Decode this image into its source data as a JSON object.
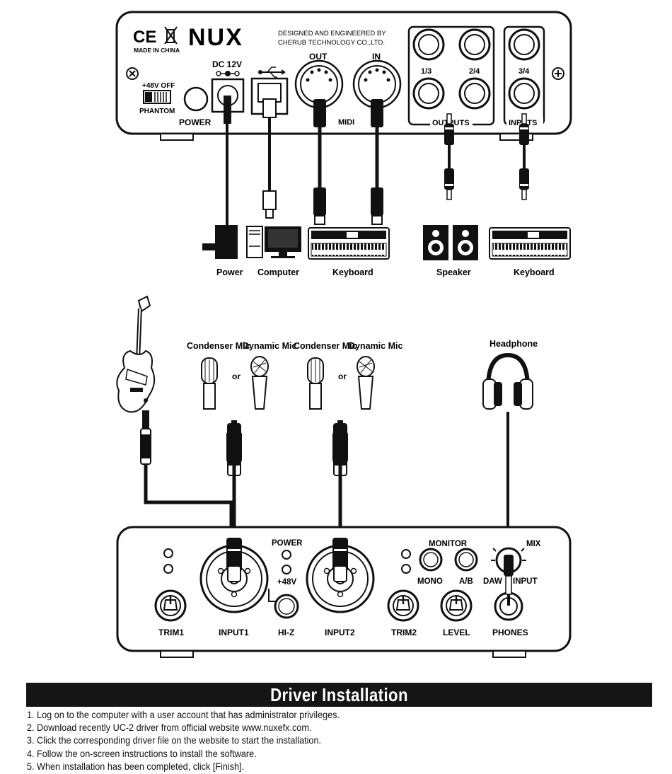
{
  "rear_panel": {
    "ce_mark": "CE",
    "made_in": "MADE IN CHINA",
    "brand": "NUX",
    "maker_line1": "DESIGNED AND ENGINEERED BY",
    "maker_line2": "CHERUB TECHNOLOGY CO.,LTD.",
    "phantom_top": "+48V OFF",
    "phantom_bottom": "PHANTOM",
    "power": "POWER",
    "dc": "DC 12V",
    "midi_out": "OUT",
    "midi_in": "IN",
    "midi": "MIDI",
    "out_1_3": "1/3",
    "out_2_4": "2/4",
    "in_3_4": "3/4",
    "outputs": "OUTPUTS",
    "inputs": "INPUTS"
  },
  "devices": {
    "power": "Power",
    "computer": "Computer",
    "keyboard_midi": "Keyboard",
    "speaker": "Speaker",
    "keyboard_inputs": "Keyboard",
    "condenser_mic_1": "Condenser Mic",
    "dynamic_mic_1": "Dynamic Mic",
    "condenser_mic_2": "Condenser Mic",
    "dynamic_mic_2": "Dynamic Mic",
    "or": "or",
    "headphone": "Headphone"
  },
  "front_panel": {
    "power": "POWER",
    "phantom": "+48V",
    "monitor": "MONITOR",
    "mix": "MIX",
    "mono": "MONO",
    "ab": "A/B",
    "daw": "DAW",
    "input": "INPUT",
    "trim1": "TRIM1",
    "input1": "INPUT1",
    "hiz": "HI-Z",
    "input2": "INPUT2",
    "trim2": "TRIM2",
    "level": "LEVEL",
    "phones": "PHONES"
  },
  "install": {
    "title": "Driver Installation",
    "steps": [
      "1. Log on to the computer with a user account that has administrator privileges.",
      "2. Download recently UC-2 driver from official website www.nuxefx.com.",
      "3. Click the corresponding driver file on the website to start the installation.",
      "4. Follow the on-screen instructions to install the software.",
      "5. When installation has been completed, click [Finish]."
    ]
  }
}
